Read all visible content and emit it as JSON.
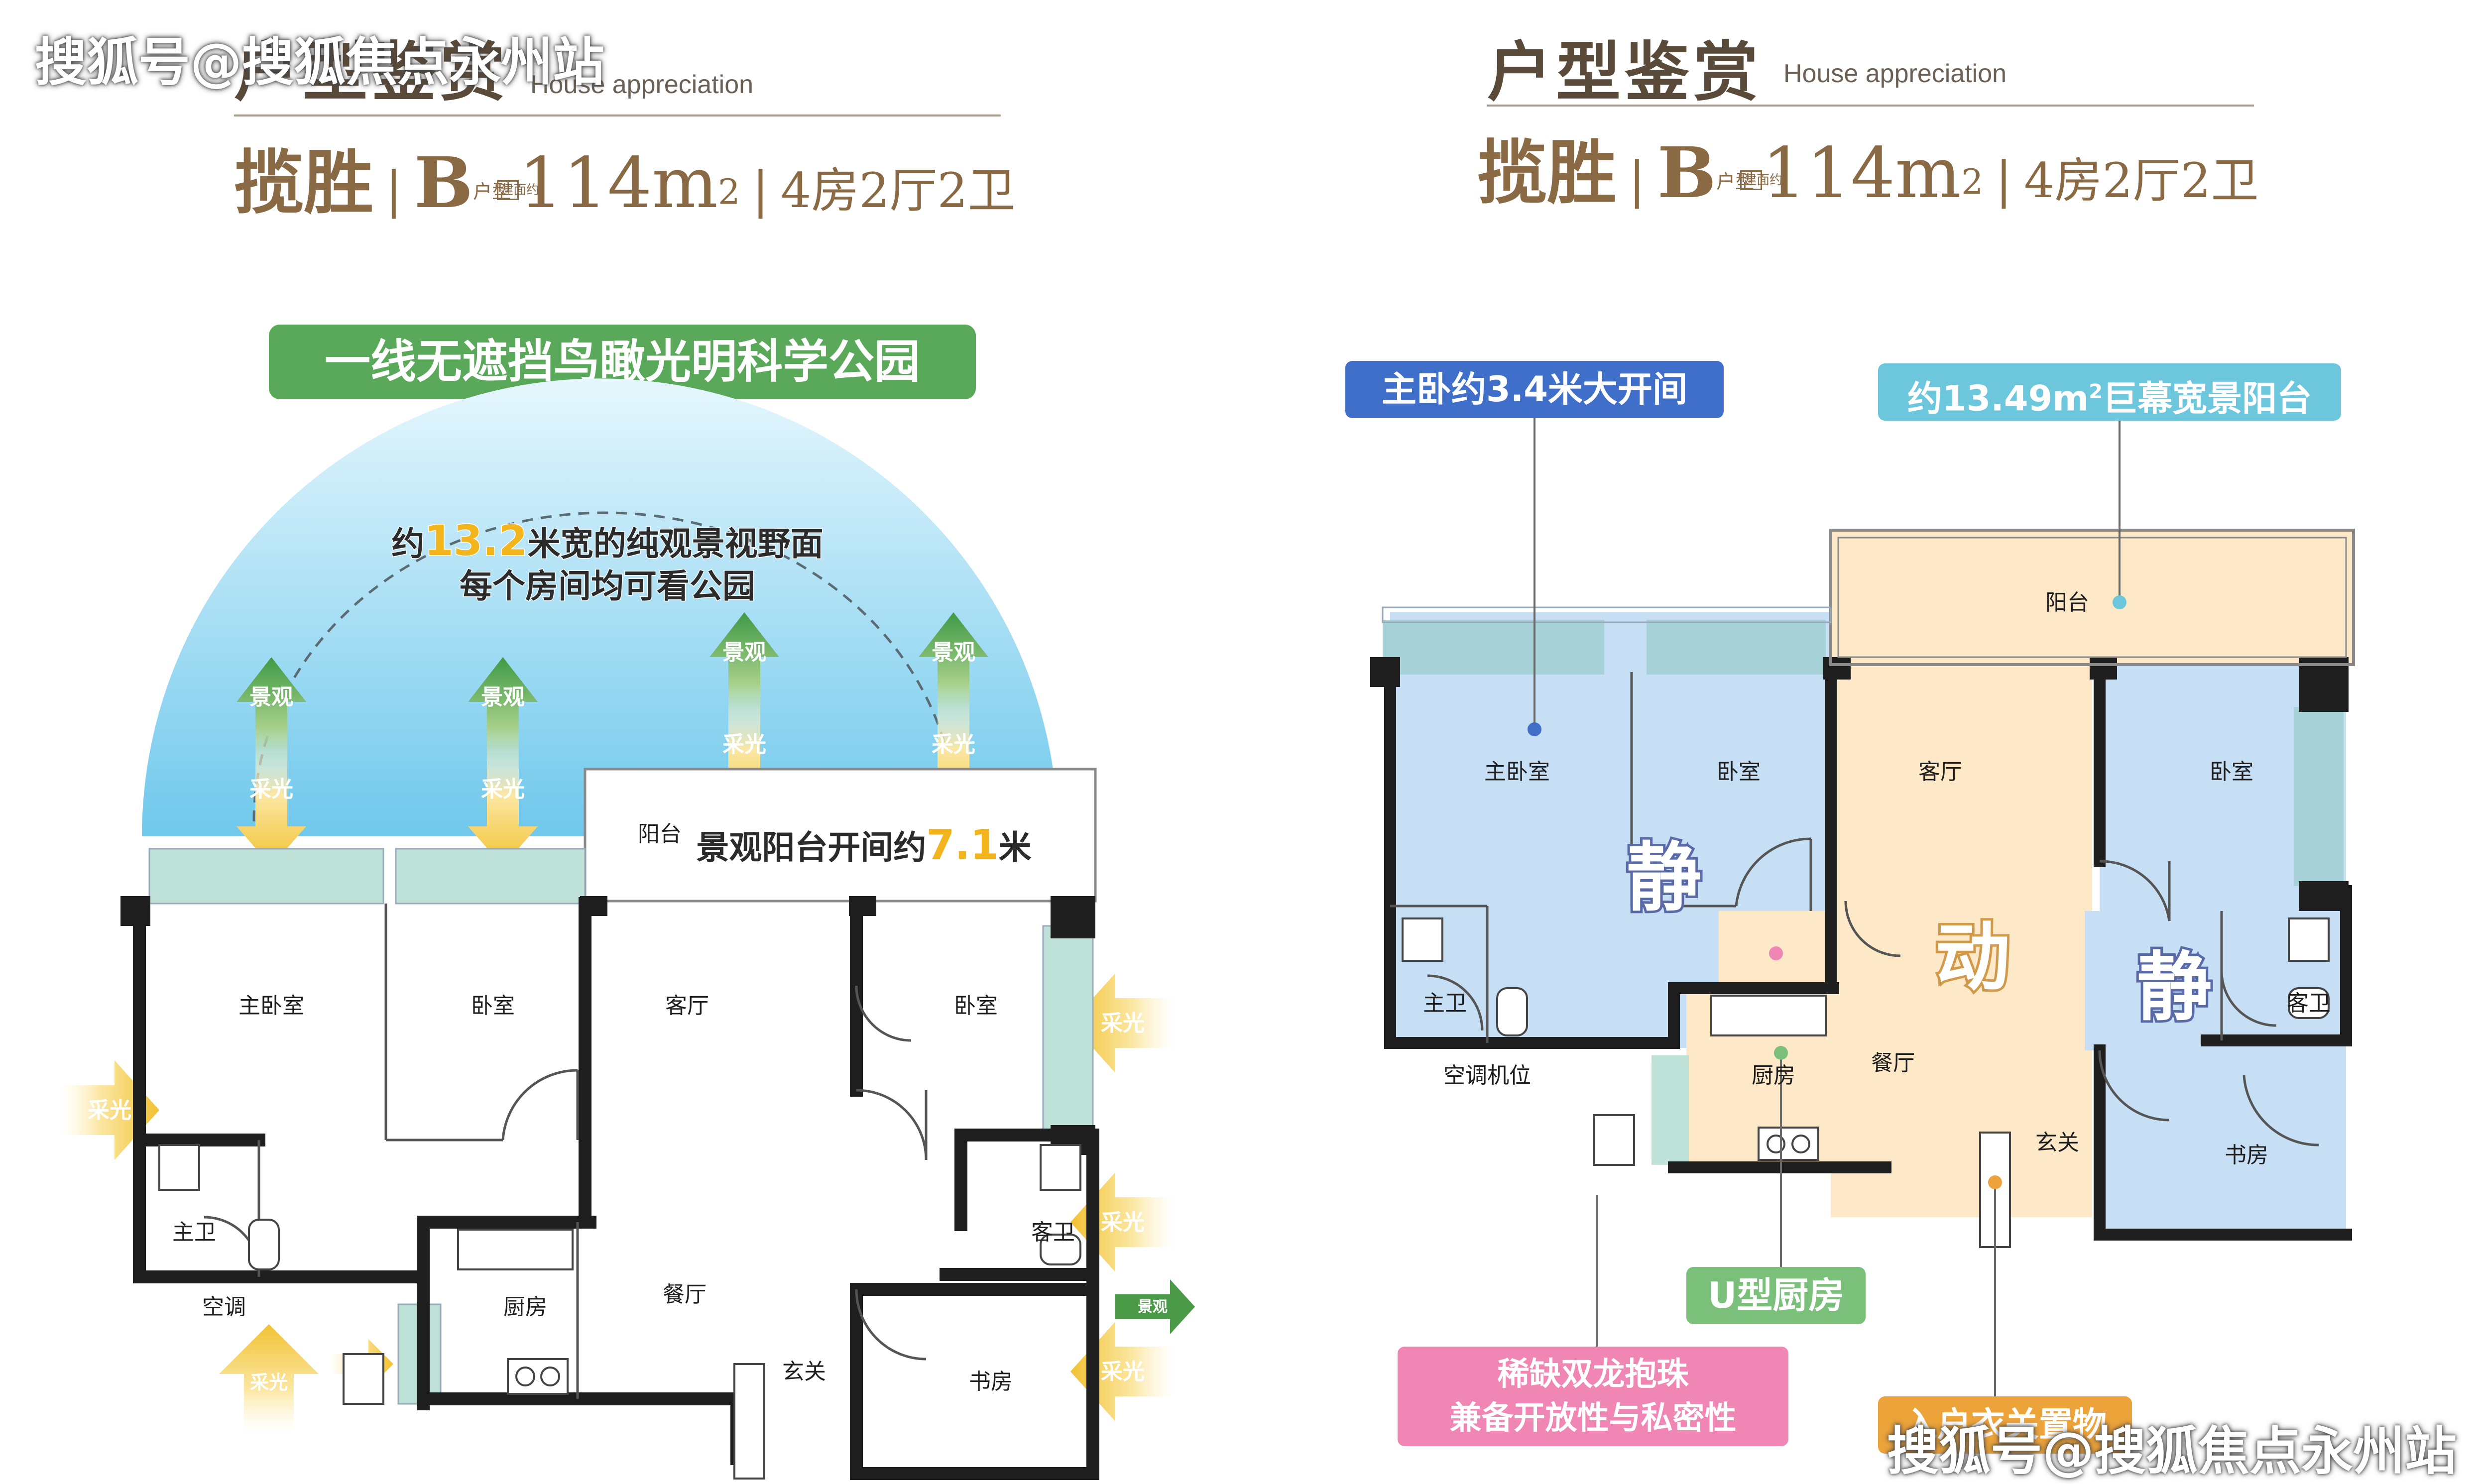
{
  "watermark": "搜狐号@搜狐焦点永州站",
  "header": {
    "title": "户型鉴赏",
    "subtitle": "House appreciation",
    "name": "揽胜",
    "type_letter": "B",
    "type_mini": "户型",
    "area_box": "建面约",
    "area": "114m",
    "area_sup": "2",
    "rooms": "4房2厅2卫"
  },
  "left": {
    "banner": "一线无遮挡鸟瞰光明科学公园",
    "view_line1_pre": "约",
    "view_line1_num": "13.2",
    "view_line1_post": "米宽的纯观景视野面",
    "view_line2": "每个房间均可看公园",
    "balcony_note_pre": "景观阳台开间约",
    "balcony_note_num": "7.1",
    "balcony_note_post": "米",
    "arrow_view": "景观",
    "arrow_light": "采光",
    "rooms": {
      "master_bedroom": "主卧室",
      "bedroom1": "卧室",
      "living": "客厅",
      "bedroom2": "卧室",
      "balcony": "阳台",
      "master_bath": "主卫",
      "ac": "空调",
      "kitchen": "厨房",
      "dining": "餐厅",
      "entry": "玄关",
      "guest_bath": "客卫",
      "study": "书房"
    }
  },
  "right": {
    "callout_master": "主卧约3.4米大开间",
    "callout_balcony_pre": "约13.49m",
    "callout_balcony_sup": "2",
    "callout_balcony_post": "巨幕宽景阳台",
    "callout_kitchen": "U型厨房",
    "callout_dual_line1": "稀缺双龙抱珠",
    "callout_dual_line2": "兼备开放性与私密性",
    "callout_entry": "入户衣关置物",
    "zone_quiet": "静",
    "zone_active": "动",
    "rooms": {
      "balcony": "阳台",
      "master_bedroom": "主卧室",
      "bedroom1": "卧室",
      "living": "客厅",
      "bedroom2": "卧室",
      "master_bath": "主卫",
      "ac": "空调机位",
      "kitchen": "厨房",
      "dining": "餐厅",
      "entry": "玄关",
      "guest_bath": "客卫",
      "study": "书房"
    }
  },
  "colors": {
    "header_title": "#5a4a3a",
    "spec": "#8a6a45",
    "green_banner": "#5aa85a",
    "sky": "#7fd0ee",
    "arrow_green": "#4a9a48",
    "arrow_yellow": "#f2c233",
    "blue_zone": "#c6dff5",
    "peach_zone": "#fde9c8",
    "callout_blue": "#3f6fc9",
    "callout_cyan": "#6dc7dc",
    "callout_green": "#7bc07a",
    "callout_pink": "#ef86b3",
    "callout_orange": "#eca33a"
  }
}
